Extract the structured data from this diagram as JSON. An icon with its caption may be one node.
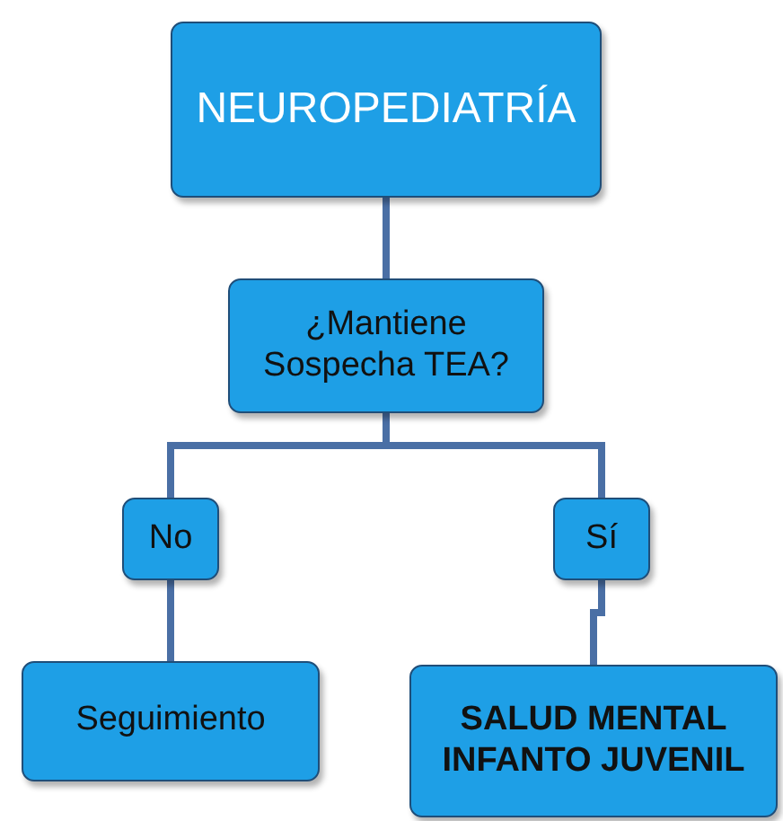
{
  "diagram": {
    "nodes": [
      {
        "text": [
          "NEUROPEDIATRÍA"
        ]
      },
      {
        "text": [
          "¿Mantiene Sospecha TEA?"
        ]
      },
      {
        "text": [
          "No"
        ]
      },
      {
        "text": [
          "Sí"
        ]
      },
      {
        "text": [
          "Seguimiento"
        ]
      },
      {
        "text": [
          "SALUD MENTAL INFANTO JUVENIL"
        ]
      }
    ],
    "edges": [
      {
        "from": 0,
        "to": 1,
        "arrow": "none"
      },
      {
        "from": 1,
        "to": 2,
        "arrow": "none"
      },
      {
        "from": 1,
        "to": 3,
        "arrow": "none"
      },
      {
        "from": 2,
        "to": 4,
        "arrow": "none"
      },
      {
        "from": 3,
        "to": 5,
        "arrow": "none"
      }
    ]
  }
}
